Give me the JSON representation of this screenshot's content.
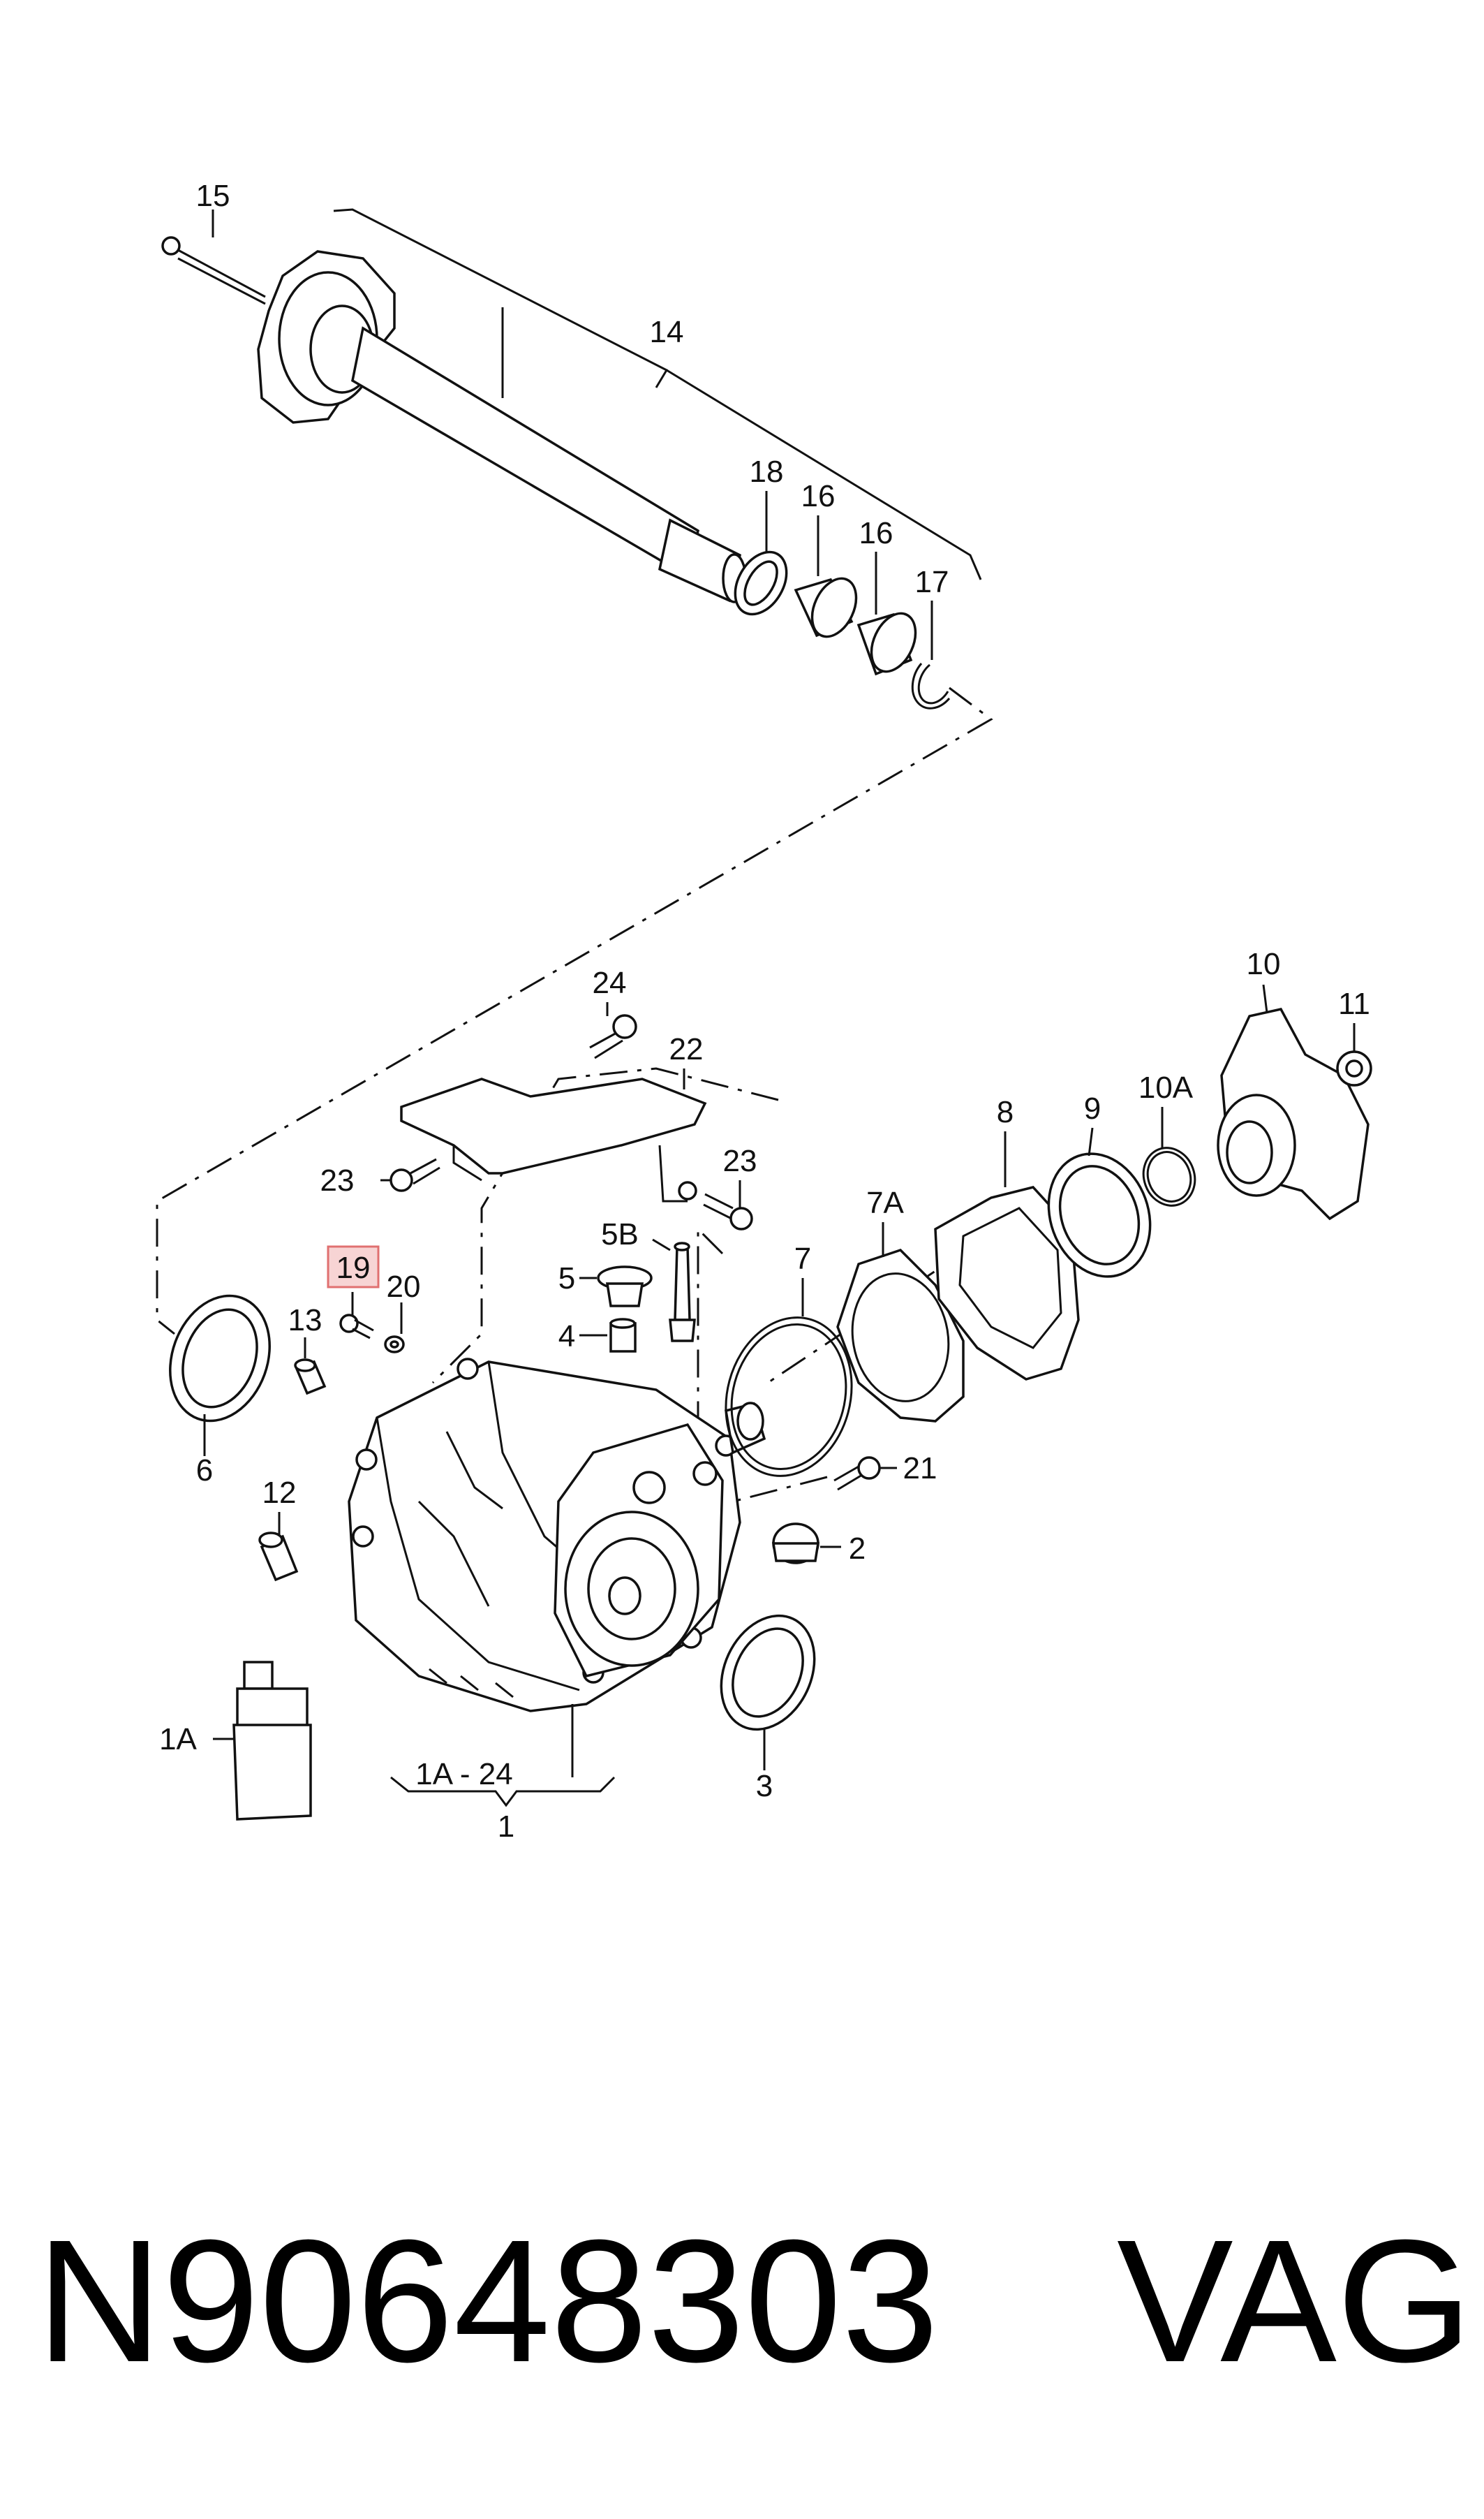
{
  "callouts": {
    "c15": "15",
    "c14": "14",
    "c18": "18",
    "c16a": "16",
    "c16b": "16",
    "c17": "17",
    "c24": "24",
    "c22": "22",
    "c23a": "23",
    "c23b": "23",
    "c10": "10",
    "c11": "11",
    "c10A": "10A",
    "c9": "9",
    "c8": "8",
    "c7A": "7A",
    "c7": "7",
    "c5B": "5B",
    "c5": "5",
    "c4": "4",
    "c19": "19",
    "c20": "20",
    "c13": "13",
    "c6": "6",
    "c12": "12",
    "c21": "21",
    "c2": "2",
    "c3": "3",
    "c1A": "1A",
    "range": "1A - 24",
    "c1": "1"
  },
  "highlighted_callout": "19",
  "footer": {
    "part_number": "N90648303",
    "brand": "VAG"
  }
}
